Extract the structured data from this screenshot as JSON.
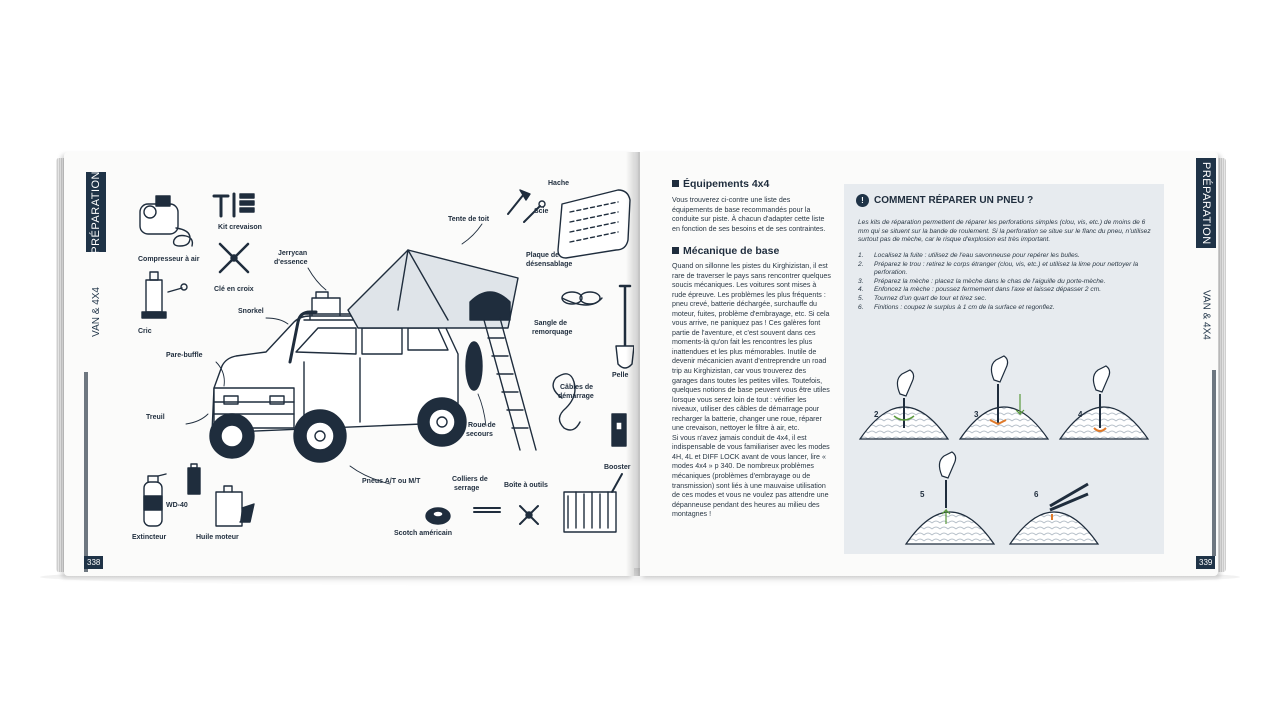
{
  "left_page": {
    "tab_top": "PRÉPARATION",
    "tab_bottom": "VAN & 4X4",
    "page_number": "338",
    "labels": {
      "compresseur": "Compresseur à air",
      "kit": "Kit crevaison",
      "cle": "Clé en croix",
      "cric": "Cric",
      "jerrycan_1": "Jerrycan",
      "jerrycan_2": "d'essence",
      "snorkel": "Snorkel",
      "tente": "Tente de toit",
      "hache": "Hache",
      "scie": "Scie",
      "plaque_1": "Plaque de",
      "plaque_2": "désensablage",
      "sangle_1": "Sangle de",
      "sangle_2": "remorquage",
      "pelle": "Pelle",
      "pare_buffle": "Pare-buffle",
      "treuil": "Treuil",
      "roue_1": "Roue de",
      "roue_2": "secours",
      "cables_1": "Câbles de",
      "cables_2": "démarrage",
      "booster": "Booster",
      "pneus": "Pneus A/T ou M/T",
      "colliers_1": "Colliers de",
      "colliers_2": "serrage",
      "boite": "Boîte à outils",
      "scotch": "Scotch américain",
      "wd40": "WD-40",
      "extincteur": "Extincteur",
      "huile": "Huile moteur"
    }
  },
  "right_page": {
    "tab_top": "PRÉPARATION",
    "tab_bottom": "VAN & 4X4",
    "page_number": "339",
    "equip_heading": "Équipements 4x4",
    "equip_text": "Vous trouverez ci-contre une liste des équipements de base recommandés pour la conduite sur piste. À chacun d'adapter cette liste en fonction de ses besoins et de ses contraintes.",
    "meca_heading": "Mécanique de base",
    "meca_text_1": "Quand on sillonne les pistes du Kirghizistan, il est rare de traverser le pays sans rencontrer quelques soucis mécaniques. Les voitures sont mises à rude épreuve. Les problèmes les plus fréquents : pneu crevé, batterie déchargée, surchauffe du moteur, fuites, problème d'embrayage, etc. Si cela vous arrive, ne paniquez pas ! Ces galères font partie de l'aventure, et c'est souvent dans ces moments-là qu'on fait les rencontres les plus inattendues et les plus mémorables. Inutile de devenir mécanicien avant d'entreprendre un road trip au Kirghizistan, car vous trouverez des garages dans toutes les petites villes. Toutefois, quelques notions de base peuvent vous être utiles lorsque vous serez loin de tout : vérifier les niveaux, utiliser des câbles de démarrage pour recharger la batterie, changer une roue, réparer une crevaison, nettoyer le filtre à air, etc.",
    "meca_text_2": "Si vous n'avez jamais conduit de 4x4, il est indispensable de vous familiariser avec les modes 4H, 4L et DIFF LOCK avant de vous lancer, lire « modes 4x4 » p 340. De nombreux problèmes mécaniques (problèmes d'embrayage ou de transmission) sont liés à une mauvaise utilisation de ces modes et vous ne voulez pas attendre une dépanneuse pendant des heures au milieu des montagnes !",
    "box": {
      "title": "COMMENT RÉPARER UN PNEU ?",
      "warn_icon": "!",
      "intro": "Les kits de réparation permettent de réparer les perforations simples (clou, vis, etc.) de moins de 6 mm qui se situent sur la bande de roulement. Si la perforation se situe sur le flanc du pneu, n'utilisez surtout pas de mèche, car le risque d'explosion est très important.",
      "steps": [
        {
          "n": "1.",
          "text": "Localisez la fuite : utilisez de l'eau savonneuse pour repérer les bulles."
        },
        {
          "n": "2.",
          "text": "Préparez le trou : retirez le corps étranger (clou, vis, etc.) et utilisez la lime pour nettoyer la perforation."
        },
        {
          "n": "3.",
          "text": "Préparez la mèche : placez la mèche dans le chas de l'aiguille du porte-mèche."
        },
        {
          "n": "4.",
          "text": "Enfoncez la mèche : poussez fermement dans l'axe et laissez dépasser 2 cm."
        },
        {
          "n": "5.",
          "text": "Tournez d'un quart de tour et tirez sec."
        },
        {
          "n": "6.",
          "text": "Finitions : coupez le surplus à 1 cm de la surface et regonflez."
        }
      ],
      "figure_numbers": [
        "2",
        "3",
        "4",
        "5",
        "6"
      ]
    }
  },
  "colors": {
    "navy": "#1f3347",
    "box_bg": "#e7ebef",
    "paper": "#fbfbfa",
    "accent_orange": "#e07a2a",
    "accent_green": "#5b9a3c"
  }
}
